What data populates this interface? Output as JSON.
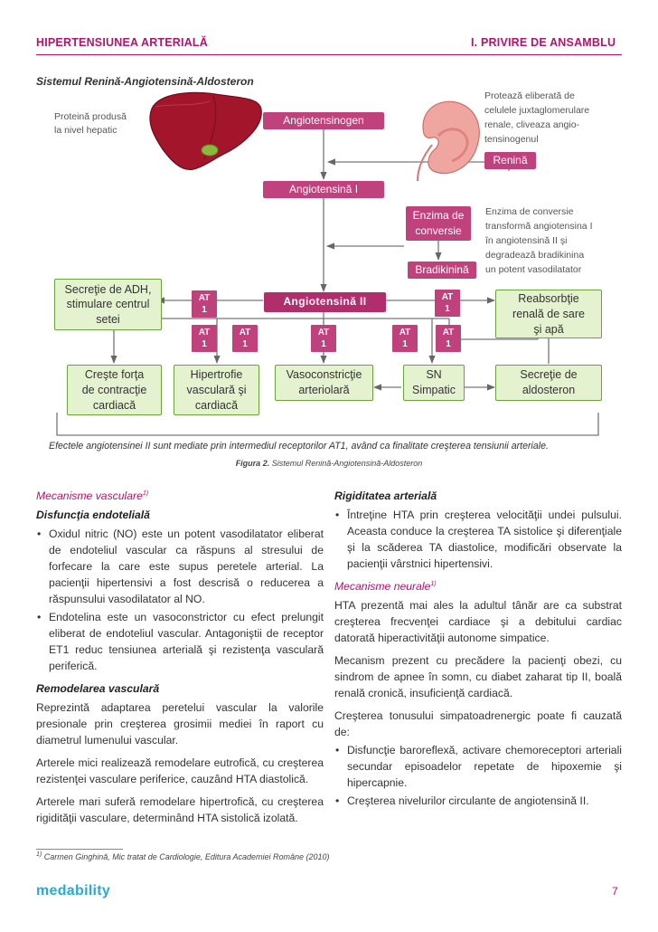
{
  "header": {
    "left": "HIPERTENSIUNEA ARTERIALĂ",
    "right": "I. PRIVIRE DE ANSAMBLU"
  },
  "section_title": "Sistemul Renină-Angiotensină-Aldosteron",
  "diagram": {
    "liver_note_l1": "Proteină produsă",
    "liver_note_l2": "la nivel hepatic",
    "angiotensinogen": "Angiotensinogen",
    "kidney_note_l1": "Protează eliberată de",
    "kidney_note_l2": "celulele juxtaglomerulare",
    "kidney_note_l3": "renale, cliveaza angio-",
    "kidney_note_l4": "tensinogenul",
    "renina": "Renină",
    "angiotensina_1": "Angiotensină I",
    "enzima_l1": "Enzima de",
    "enzima_l2": "conversie",
    "enzima_note_l1": "Enzima de conversie",
    "enzima_note_l2": "transformă angiotensina I",
    "enzima_note_l3": "în angiotensină II şi",
    "enzima_note_l4": "degradează bradikinina",
    "enzima_note_l5": "un potent vasodilatator",
    "bradikinina": "Bradikinină",
    "angiotensina_2": "Angiotensină II",
    "at_l1": "AT",
    "at_l2": "1",
    "adh_l1": "Secreţie de ADH,",
    "adh_l2": "stimulare centrul",
    "adh_l3": "setei",
    "reab_l1": "Reabsorbţie",
    "reab_l2": "renală de sare",
    "reab_l3": "şi apă",
    "forta_l1": "Creşte forţa",
    "forta_l2": "de contracţie",
    "forta_l3": "cardiacă",
    "hip_l1": "Hipertrofie",
    "hip_l2": "vasculară şi",
    "hip_l3": "cardiacă",
    "vaso_l1": "Vasoconstricţie",
    "vaso_l2": "arteriolară",
    "sn_l1": "SN",
    "sn_l2": "Simpatic",
    "aldo_l1": "Secreţie de",
    "aldo_l2": "aldosteron",
    "effect_note": "Efectele angiotensinei II sunt mediate prin intermediul receptorilor AT1, având ca finalitate creşterea tensiunii arteriale."
  },
  "caption": {
    "label": "Figura 2.",
    "text": " Sistemul Renină-Angiotensină-Aldosteron"
  },
  "left_col": {
    "h1": "Mecanisme vasculare",
    "h1_sup": "1)",
    "h2": "Disfuncţia endotelială",
    "b1": "Oxidul nitric (NO) este un potent vasodilatator eliberat de endoteliul vascular ca răspuns al stresului de forfecare la care este supus peretele arterial. La pacienţii hipertensivi a fost descrisă o reducerea a răspunsului vasodilatator al NO.",
    "b2": "Endotelina este un vasoconstrictor cu efect prelungit eliberat de endoteliul vascular. Antagoniştii de receptor ET1 reduc tensiunea arterială şi rezistenţa vasculară periferică.",
    "h3": "Remodelarea vasculară",
    "p1": "Reprezintă adaptarea peretelui vascular la valorile presionale prin creşterea grosimii mediei în raport cu diametrul lumenului vascular.",
    "p2": "Arterele mici realizează remodelare eutrofică, cu creşterea rezistenţei vasculare periferice, cauzând HTA diastolică.",
    "p3": "Arterele mari suferă remodelare hipertrofică, cu creşterea rigidităţii vasculare, determinând HTA sistolică izolată."
  },
  "right_col": {
    "h1": "Rigiditatea arterială",
    "b1": "Întreţine HTA prin creşterea velocităţii undei pulsului. Aceasta conduce la creşterea TA sistolice şi diferenţiale şi la scăderea TA diastolice, modificări observate la pacienţii vârstnici hipertensivi.",
    "h2": "Mecanisme neurale",
    "h2_sup": "1)",
    "p1": "HTA prezentă mai ales la adultul tânăr are ca substrat creşterea frecvenţei cardiace şi a debitului cardiac datorată hiperactivităţii autonome simpatice.",
    "p2": "Mecanism prezent cu precădere la pacienţi obezi, cu sindrom de apnee în somn, cu diabet zaharat tip II, boală renală cronică, insuficienţă cardiacă.",
    "p3": "Creşterea tonusului simpatoadrenergic poate fi cauzată de:",
    "b2": "Disfuncţie baroreflexă, activare chemoreceptori arteriali secundar episoadelor repetate de hipoxemie şi hipercapnie.",
    "b3": "Creşterea nivelurilor circulante de angiotensină II."
  },
  "footnote": {
    "sup": "1)",
    "text": " Carmen Ginghină, Mic tratat de Cardiologie, Editura Academiei Române (2010)"
  },
  "footer": {
    "logo": "medability",
    "page": "7"
  },
  "colors": {
    "accent": "#b0156c",
    "box_pink": "#c0427c",
    "box_green_fill": "#e4f2cf",
    "box_green_border": "#6aa23b",
    "arrow": "#666666",
    "logo": "#29a9d6"
  },
  "icons": [
    "liver-icon",
    "kidney-icon"
  ]
}
